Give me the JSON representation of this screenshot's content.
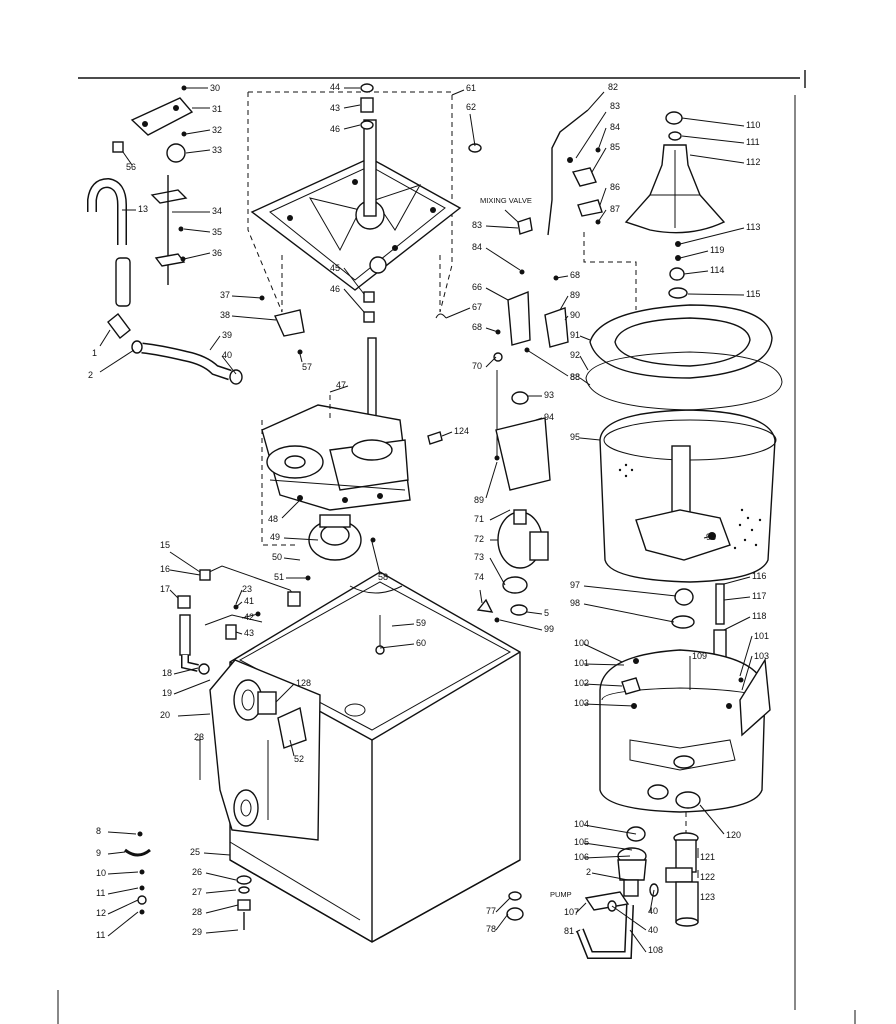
{
  "callouts": [
    "30",
    "31",
    "32",
    "33",
    "34",
    "35",
    "36",
    "56",
    "13",
    "37",
    "38",
    "57",
    "39",
    "40",
    "1",
    "2",
    "44",
    "43",
    "46",
    "45",
    "46",
    "61",
    "62",
    "47",
    "48",
    "49",
    "50",
    "51",
    "58",
    "124",
    "15",
    "16",
    "23",
    "17",
    "41",
    "42",
    "43",
    "18",
    "19",
    "20",
    "128",
    "52",
    "23",
    "59",
    "60",
    "8",
    "9",
    "10",
    "11",
    "12",
    "11",
    "25",
    "26",
    "27",
    "28",
    "29",
    "82",
    "83",
    "84",
    "85",
    "86",
    "87",
    "83",
    "84",
    "66",
    "68",
    "70",
    "67",
    "68",
    "88",
    "89",
    "90",
    "91",
    "92",
    "88",
    "93",
    "94",
    "95",
    "89",
    "71",
    "72",
    "73",
    "74",
    "5",
    "99",
    "110",
    "111",
    "112",
    "113",
    "119",
    "114",
    "115",
    "96",
    "97",
    "98",
    "116",
    "117",
    "118",
    "100",
    "101",
    "102",
    "103",
    "109",
    "101",
    "103",
    "104",
    "105",
    "106",
    "2",
    "107",
    "81",
    "40",
    "108",
    "40",
    "120",
    "121",
    "122",
    "123",
    "77",
    "78"
  ],
  "notes": {
    "mixing_valve": "MIXING VALVE",
    "pump": "PUMP"
  }
}
